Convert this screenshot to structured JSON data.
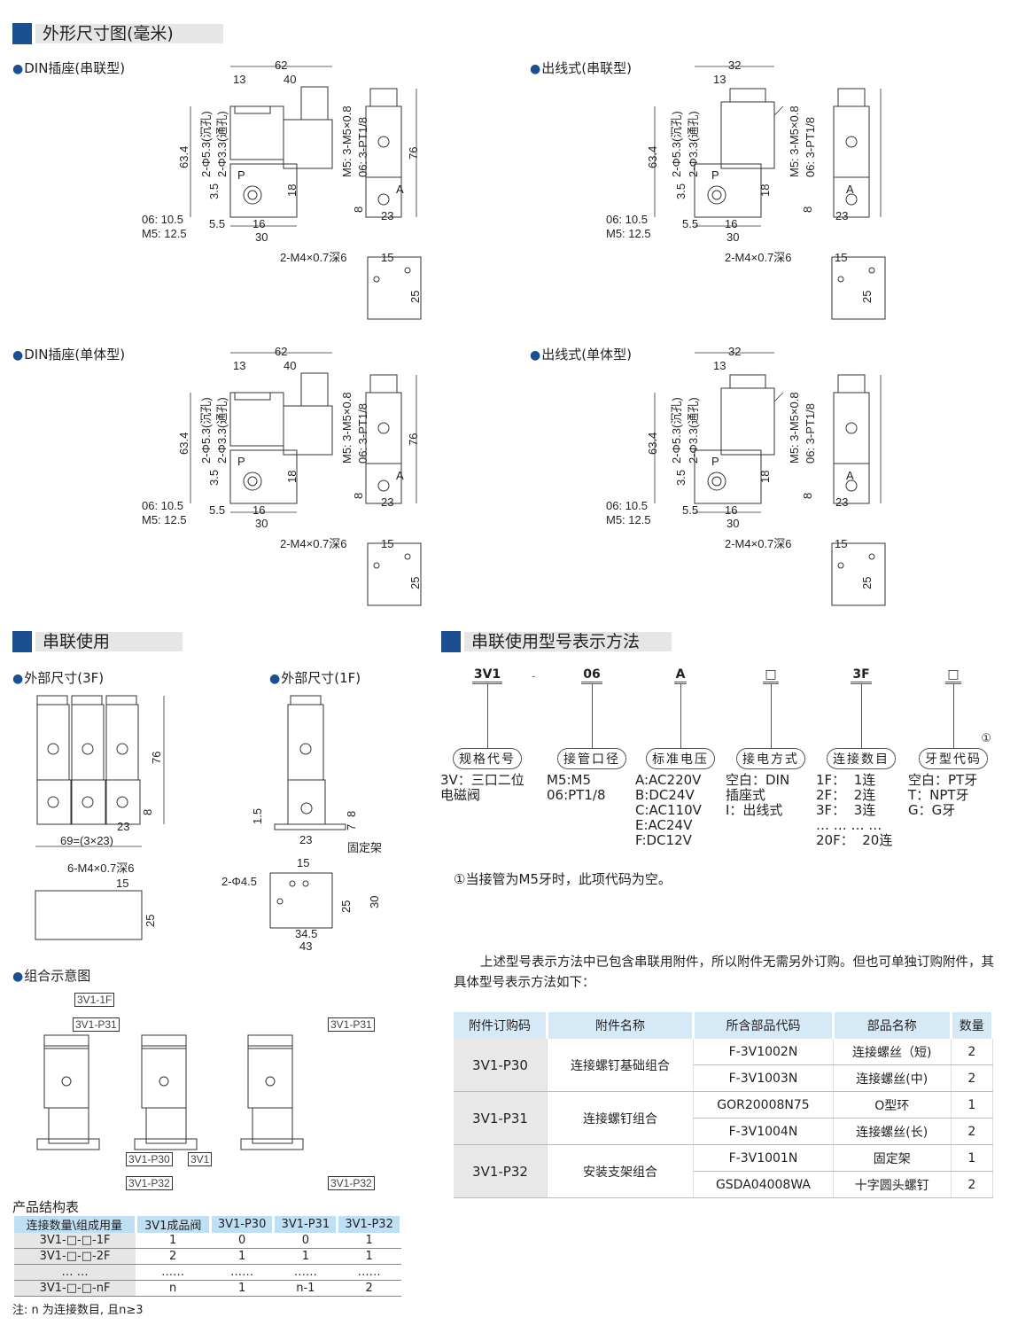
{
  "sections": {
    "outline": "外形尺寸图(毫米)",
    "series_use": "串联使用",
    "model_code": "串联使用型号表示方法"
  },
  "outline": {
    "din_series": {
      "title": "DIN插座(串联型)",
      "d62": "62",
      "d40": "40",
      "d13": "13",
      "d634": "63.4",
      "hole1": "2-Φ5.3(沉孔)",
      "hole2": "2-Φ3.3(通孔)",
      "d35": "3.5",
      "p06": "06: 10.5",
      "pm5": "M5: 12.5",
      "d55": "5.5",
      "d16": "16",
      "d30": "30",
      "d18": "18",
      "P": "P",
      "m5": "M5: 3-M5×0.8",
      "g06": "06: 3-PT1/8",
      "d76": "76",
      "d8": "8",
      "d23": "23",
      "A": "A",
      "screw": "2-M4×0.7深6",
      "d15": "15",
      "d25": "25"
    },
    "din_single": {
      "title": "DIN插座(单体型)",
      "d62": "62",
      "d40": "40",
      "d13": "13",
      "d634": "63.4",
      "hole1": "2-Φ5.3(沉孔)",
      "hole2": "2-Φ3.3(通孔)",
      "d35": "3.5",
      "p06": "06: 10.5",
      "pm5": "M5: 12.5",
      "d55": "5.5",
      "d16": "16",
      "d30": "30",
      "d18": "18",
      "P": "P",
      "m5": "M5: 3-M5×0.8",
      "g06": "06: 3-PT1/8",
      "d76": "76",
      "d8": "8",
      "d23": "23",
      "A": "A",
      "screw": "2-M4×0.7深6",
      "d15": "15",
      "d25": "25"
    },
    "wire_series": {
      "title": "出线式(串联型)",
      "d32": "32",
      "d13": "13",
      "d634": "63.4",
      "hole1": "2-Φ5.3(沉孔)",
      "hole2": "2-Φ3.3(通孔)",
      "d35": "3.5",
      "p06": "06: 10.5",
      "pm5": "M5: 12.5",
      "d55": "5.5",
      "d16": "16",
      "d30": "30",
      "d18": "18",
      "P": "P",
      "m5": "M5: 3-M5×0.8",
      "g06": "06: 3-PT1/8",
      "d8": "8",
      "d23": "23",
      "A": "A",
      "screw": "2-M4×0.7深6",
      "d15": "15",
      "d25": "25"
    },
    "wire_single": {
      "title": "出线式(单体型)",
      "d32": "32",
      "d13": "13",
      "d634": "63.4",
      "hole1": "2-Φ5.3(沉孔)",
      "hole2": "2-Φ3.3(通孔)",
      "d35": "3.5",
      "p06": "06: 10.5",
      "pm5": "M5: 12.5",
      "d55": "5.5",
      "d16": "16",
      "d30": "30",
      "d18": "18",
      "P": "P",
      "m5": "M5: 3-M5×0.8",
      "g06": "06: 3-PT1/8",
      "d8": "8",
      "d23": "23",
      "A": "A",
      "screw": "2-M4×0.7深6",
      "d15": "15",
      "d25": "25"
    }
  },
  "series": {
    "ext3f": {
      "title": "外部尺寸(3F)",
      "d76": "76",
      "d8": "8",
      "d23": "23",
      "d69": "69=(3×23)",
      "screw": "6-M4×0.7深6",
      "d15": "15",
      "d25": "25"
    },
    "ext1f": {
      "title": "外部尺寸(1F)",
      "d15v": "1.5",
      "d8": "8",
      "d7": "7",
      "d23": "23",
      "bracket": "固定架",
      "d15": "15",
      "hole": "2-Φ4.5",
      "d25": "25",
      "d30": "30",
      "d345": "34.5",
      "d43": "43"
    },
    "combo": {
      "title": "组合示意图",
      "a": "3V1-1F",
      "b": "3V1-P31",
      "c": "3V1-P30",
      "d": "3V1",
      "e": "3V1-P32",
      "f": "3V1-P31",
      "g": "3V1-P32"
    }
  },
  "product_table": {
    "title": "产品结构表",
    "headers": [
      "连接数量\\组成用量",
      "3V1成品阀",
      "3V1-P30",
      "3V1-P31",
      "3V1-P32"
    ],
    "rows": [
      [
        "3V1-□-□-1F",
        "1",
        "0",
        "0",
        "1"
      ],
      [
        "3V1-□-□-2F",
        "2",
        "1",
        "1",
        "1"
      ],
      [
        "… …",
        "……",
        "……",
        "……",
        "……"
      ],
      [
        "3V1-□-□-nF",
        "n",
        "1",
        "n-1",
        "2"
      ]
    ],
    "note": "注: n 为连接数目, 且n≥3"
  },
  "model_code": {
    "dash": "-",
    "parts": [
      {
        "key": "3V1",
        "label": "规格代号",
        "desc": "3V：三口二位\n电磁阀"
      },
      {
        "key": "06",
        "label": "接管口径",
        "desc": "M5:M5\n06:PT1/8"
      },
      {
        "key": "A",
        "label": "标准电压",
        "desc": "A:AC220V\nB:DC24V\nC:AC110V\nE:AC24V\nF:DC12V"
      },
      {
        "key": "□",
        "label": "接电方式",
        "desc": "空白：DIN\n插座式\nI：出线式"
      },
      {
        "key": "3F",
        "label": "连接数目",
        "desc": "1F：  1连\n2F：  2连\n3F：  3连\n… … … …\n20F：  20连"
      },
      {
        "key": "□",
        "label": "牙型代码",
        "desc": "空白：PT牙\nT：NPT牙\nG：G牙",
        "mark": "①"
      }
    ],
    "footnote": "①当接管为M5牙时，此项代码为空。",
    "paragraph": "上述型号表示方法中已包含串联用附件，所以附件无需另外订购。但也可单独订购附件，其具体型号表示方法如下："
  },
  "accessory_table": {
    "headers": [
      "附件订购码",
      "附件名称",
      "所含部品代码",
      "部品名称",
      "数量"
    ],
    "groups": [
      {
        "code": "3V1-P30",
        "name": "连接螺钉基础组合",
        "items": [
          [
            "F-3V1002N",
            "连接螺丝（短)",
            "2"
          ],
          [
            "F-3V1003N",
            "连接螺丝(中)",
            "2"
          ]
        ]
      },
      {
        "code": "3V1-P31",
        "name": "连接螺钉组合",
        "items": [
          [
            "GOR20008N75",
            "O型环",
            "1"
          ],
          [
            "F-3V1004N",
            "连接螺丝(长)",
            "2"
          ]
        ]
      },
      {
        "code": "3V1-P32",
        "name": "安装支架组合",
        "items": [
          [
            "F-3V1001N",
            "固定架",
            "1"
          ],
          [
            "GSDA04008WA",
            "十字圆头螺钉",
            "2"
          ]
        ]
      }
    ]
  }
}
